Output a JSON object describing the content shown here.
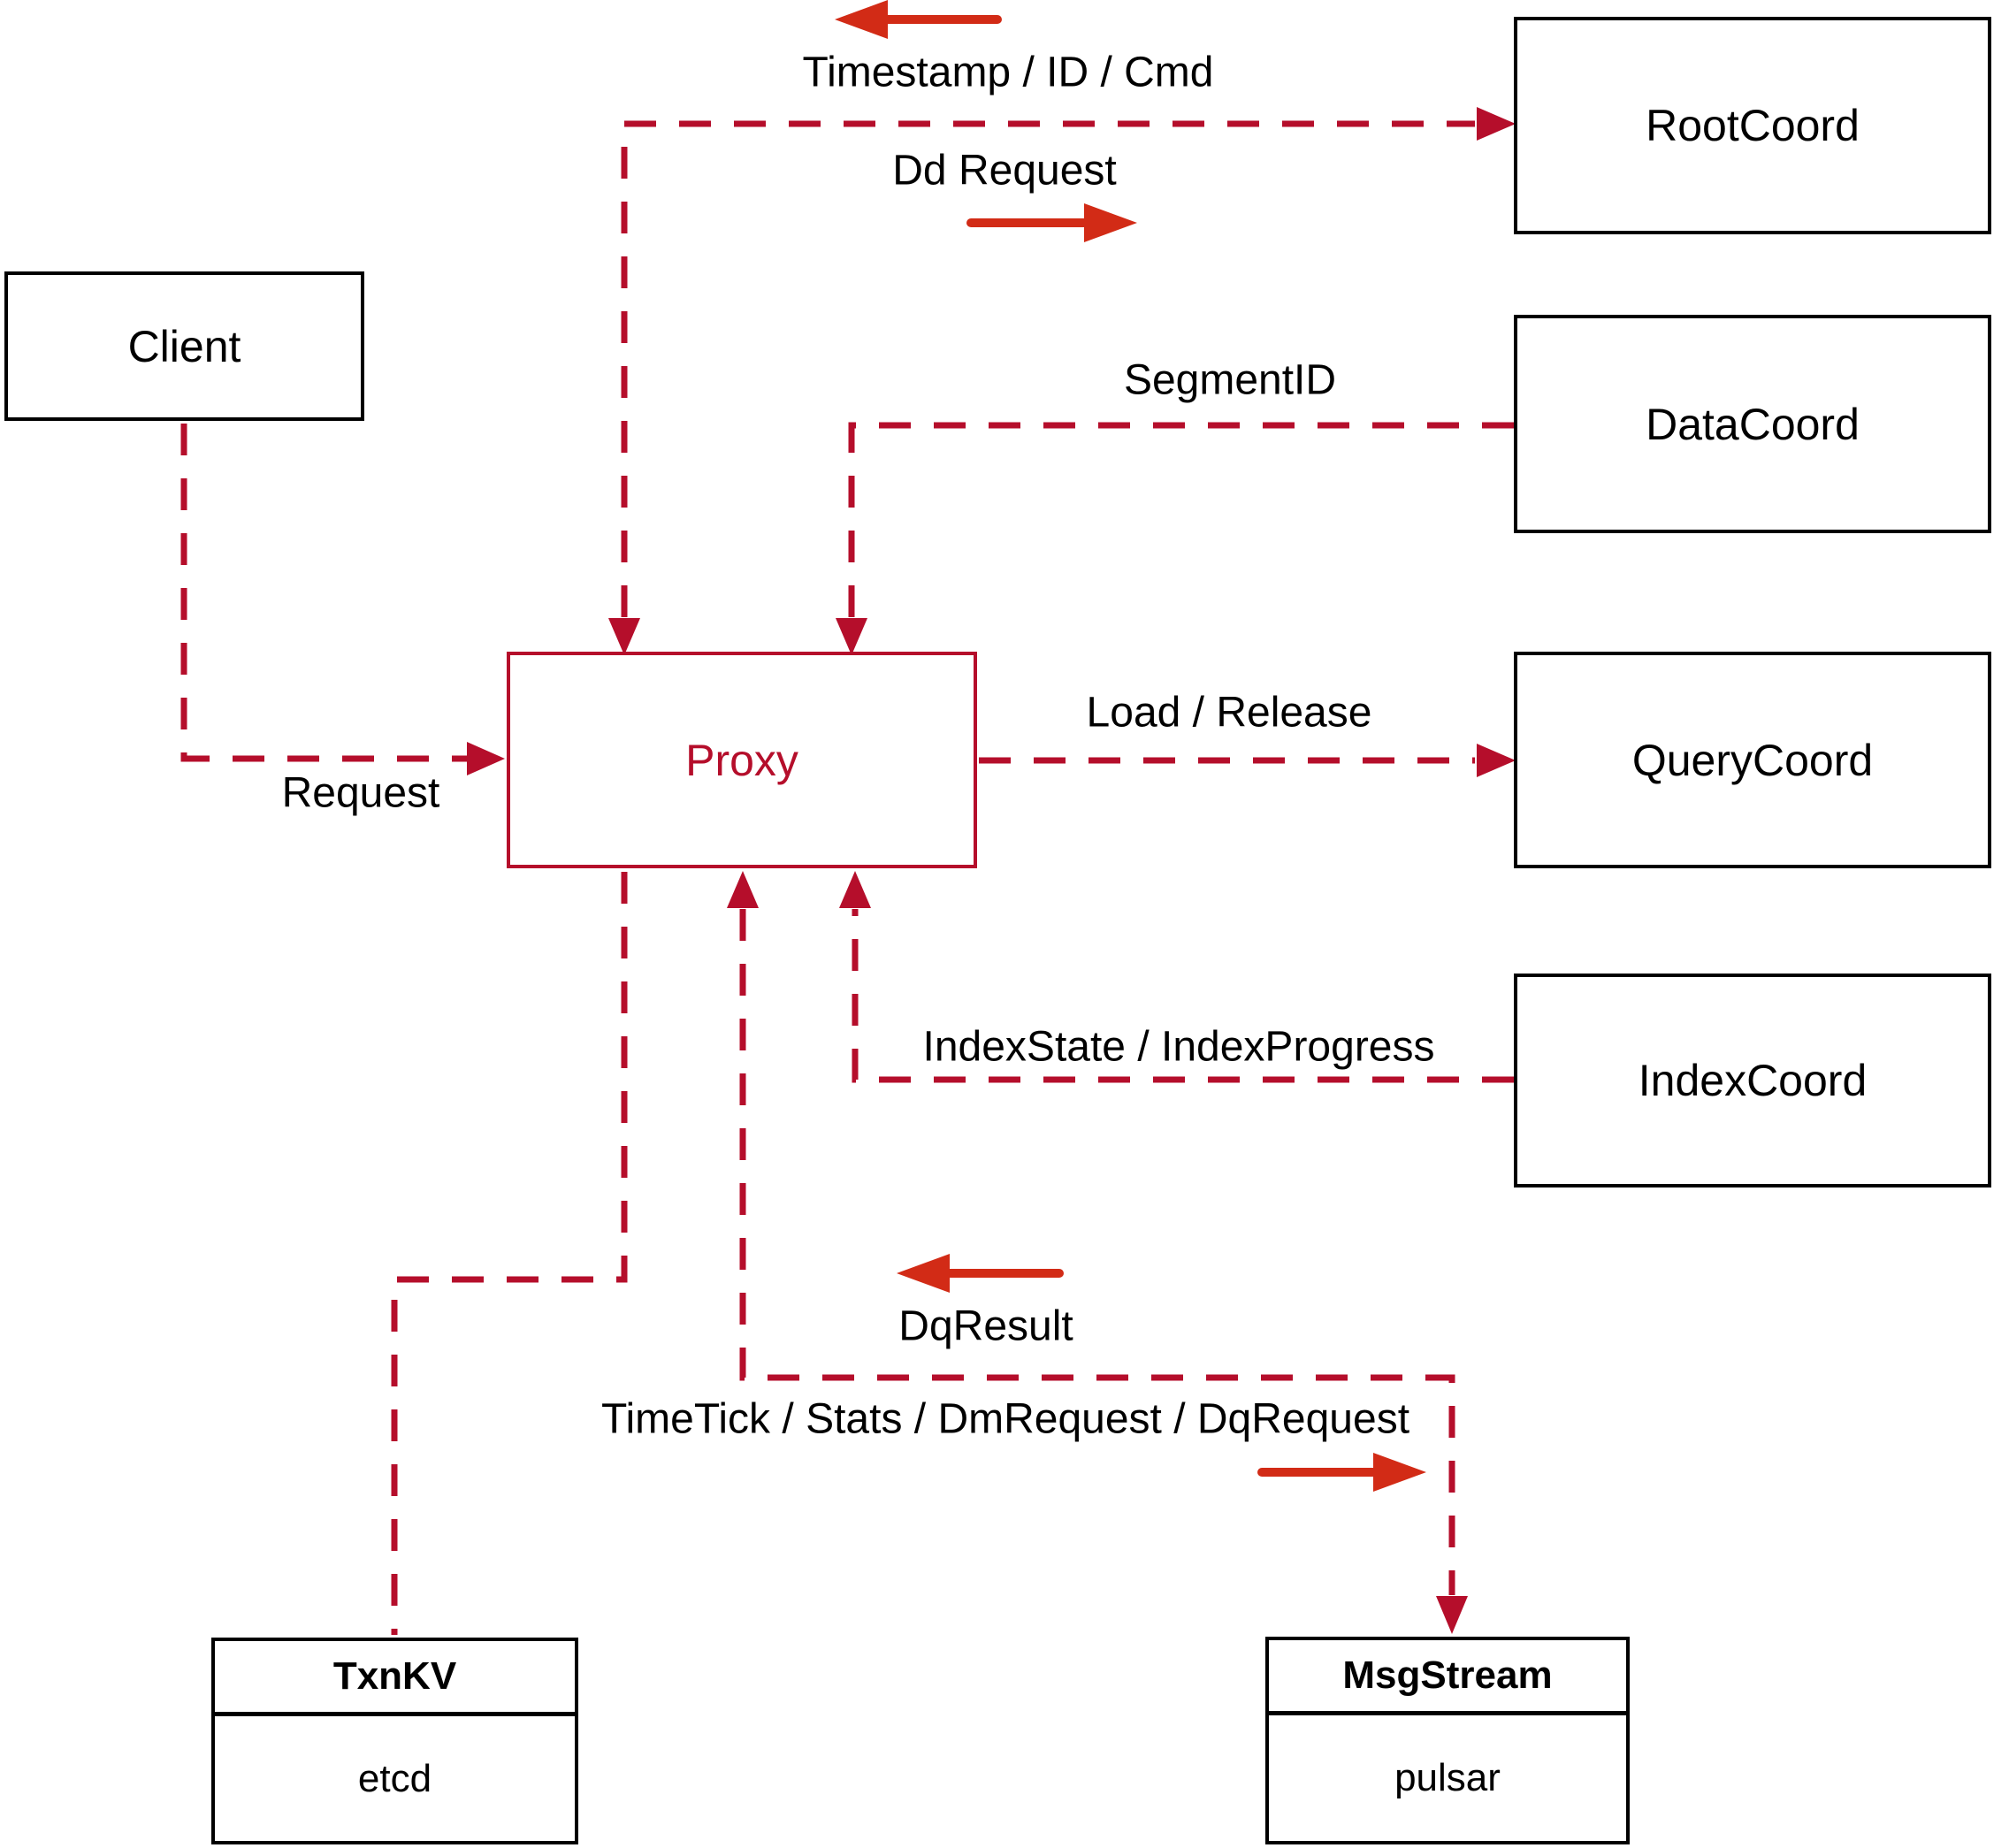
{
  "nodes": {
    "client": {
      "label": "Client"
    },
    "proxy": {
      "label": "Proxy"
    },
    "root_coord": {
      "label": "RootCoord"
    },
    "data_coord": {
      "label": "DataCoord"
    },
    "query_coord": {
      "label": "QueryCoord"
    },
    "index_coord": {
      "label": "IndexCoord"
    },
    "txn_kv": {
      "label": "TxnKV",
      "impl": "etcd"
    },
    "msg_stream": {
      "label": "MsgStream",
      "impl": "pulsar"
    }
  },
  "edge_labels": {
    "timestamp": "Timestamp / ID / Cmd",
    "dd_request": "Dd Request",
    "segment_id": "SegmentID",
    "request": "Request",
    "load_release": "Load / Release",
    "index_state": "IndexState / IndexProgress",
    "dq_result": "DqResult",
    "timetick": "TimeTick / Stats / DmRequest / DqRequest"
  },
  "colors": {
    "connector_dashed": "#b50e2b",
    "direction_arrow": "#d22b16",
    "box_border": "#000000",
    "text": "#000000",
    "background": "#ffffff"
  }
}
